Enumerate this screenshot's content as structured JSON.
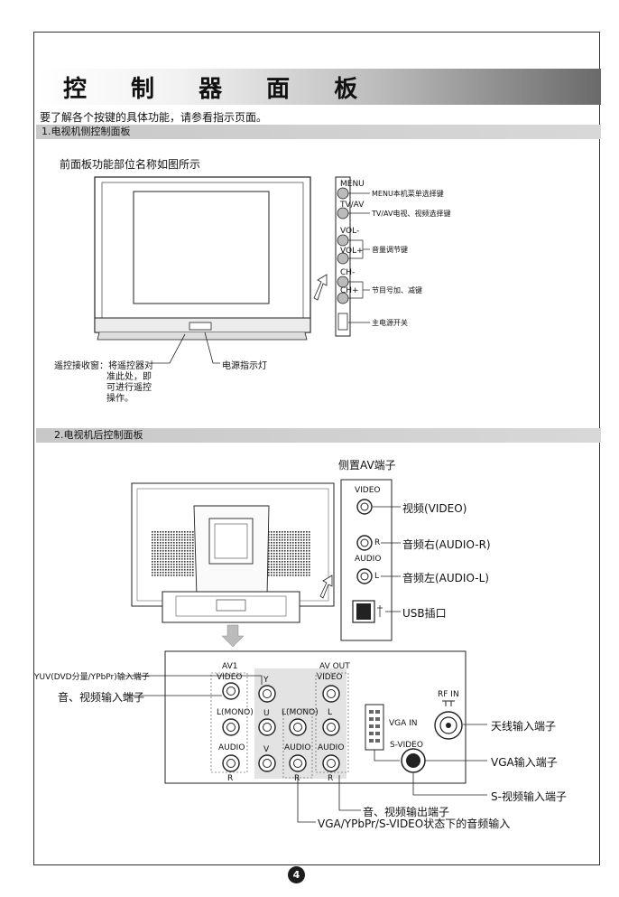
{
  "title": "控 制 器 面 板",
  "intro": "要了解各个按键的具体功能，请参看指示页面。",
  "section1": {
    "heading": "1.电视机侧控制面板",
    "subheading": "前面板功能部位名称如图所示",
    "side_buttons": [
      {
        "key": "MENU",
        "desc": "MENU本机菜单选择键"
      },
      {
        "key": "TV/AV",
        "desc": "TV/AV电视、视频选择键"
      },
      {
        "key": "VOL-",
        "desc": "音量调节键"
      },
      {
        "key": "VOL+",
        "desc": ""
      },
      {
        "key": "CH-",
        "desc": "节目号加、减键"
      },
      {
        "key": "CH+",
        "desc": ""
      }
    ],
    "power_switch": "主电源开关",
    "remote_window": "遥控接收窗：将遥控器对准此处，即可进行遥控操作。",
    "remote_lines": [
      "遥控接收窗：将遥控器对",
      "准此处，即",
      "可进行遥控",
      "操作。"
    ],
    "power_led": "电源指示灯"
  },
  "section2": {
    "heading": "2.电视机后控制面板",
    "side_av_title": "侧置AV端子",
    "side_av": {
      "video_tag": "VIDEO",
      "video_label": "视频(VIDEO)",
      "r_tag": "R",
      "audio_tag": "AUDIO",
      "l_tag": "L",
      "audio_r_label": "音频右(AUDIO-R)",
      "audio_l_label": "音频左(AUDIO-L)",
      "usb_label": "USB插口"
    },
    "rear_panel": {
      "yuv_label": "YUV(DVD分量/YPbPr)输入端子",
      "av_in_label": "音、视频输入端子",
      "av1": "AV1",
      "video": "VIDEO",
      "l_mono": "L(MONO)",
      "audio": "AUDIO",
      "r": "R",
      "y": "Y",
      "u": "U",
      "v": "V",
      "av_out": "AV OUT",
      "l": "L",
      "vga_in": "VGA IN",
      "s_video": "S-VIDEO",
      "rf_in": "RF IN",
      "antenna_label": "天线输入端子",
      "vga_label": "VGA输入端子",
      "svideo_label": "S-视频输入端子",
      "av_out_label": "音、视频输出端子",
      "vga_audio_label": "VGA/YPbPr/S-VIDEO状态下的音频输入"
    }
  },
  "page_number": "4"
}
